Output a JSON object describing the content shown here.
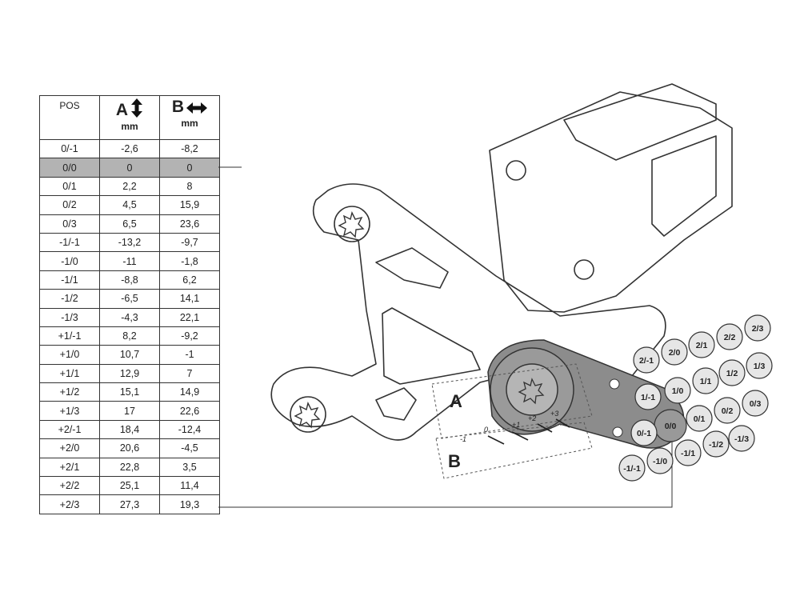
{
  "table": {
    "headers": {
      "pos": "POS",
      "a": "A",
      "b": "B",
      "unit_a": "mm",
      "unit_b": "mm"
    },
    "rows": [
      {
        "pos": "0/-1",
        "a": "-2,6",
        "b": "-8,2"
      },
      {
        "pos": "0/0",
        "a": "0",
        "b": "0"
      },
      {
        "pos": "0/1",
        "a": "2,2",
        "b": "8"
      },
      {
        "pos": "0/2",
        "a": "4,5",
        "b": "15,9"
      },
      {
        "pos": "0/3",
        "a": "6,5",
        "b": "23,6"
      },
      {
        "pos": "-1/-1",
        "a": "-13,2",
        "b": "-9,7"
      },
      {
        "pos": "-1/0",
        "a": "-11",
        "b": "-1,8"
      },
      {
        "pos": "-1/1",
        "a": "-8,8",
        "b": "6,2"
      },
      {
        "pos": "-1/2",
        "a": "-6,5",
        "b": "14,1"
      },
      {
        "pos": "-1/3",
        "a": "-4,3",
        "b": "22,1"
      },
      {
        "pos": "+1/-1",
        "a": "8,2",
        "b": "-9,2"
      },
      {
        "pos": "+1/0",
        "a": "10,7",
        "b": "-1"
      },
      {
        "pos": "+1/1",
        "a": "12,9",
        "b": "7"
      },
      {
        "pos": "+1/2",
        "a": "15,1",
        "b": "14,9"
      },
      {
        "pos": "+1/3",
        "a": "17",
        "b": "22,6"
      },
      {
        "pos": "+2/-1",
        "a": "18,4",
        "b": "-12,4"
      },
      {
        "pos": "+2/0",
        "a": "20,6",
        "b": "-4,5"
      },
      {
        "pos": "+2/1",
        "a": "22,8",
        "b": "3,5"
      },
      {
        "pos": "+2/2",
        "a": "25,1",
        "b": "11,4"
      },
      {
        "pos": "+2/3",
        "a": "27,3",
        "b": "19,3"
      }
    ]
  },
  "drawing": {
    "label_a": "A",
    "label_b": "B",
    "scale_marks": [
      "-1",
      "0",
      "+1",
      "+2",
      "+3"
    ],
    "positions": [
      "2/3",
      "2/2",
      "2/1",
      "2/0",
      "2/-1",
      "1/3",
      "1/2",
      "1/1",
      "1/0",
      "1/-1",
      "0/3",
      "0/2",
      "0/1",
      "0/0",
      "0/-1",
      "-1/3",
      "-1/2",
      "-1/1",
      "-1/0",
      "-1/-1"
    ],
    "highlight": "0/0"
  },
  "colors": {
    "highlight_row": "#b3b3b3",
    "plate": "#8c8c8c",
    "circle_fill": "#e6e6e6",
    "circle_active": "#999999",
    "line": "#333333"
  }
}
